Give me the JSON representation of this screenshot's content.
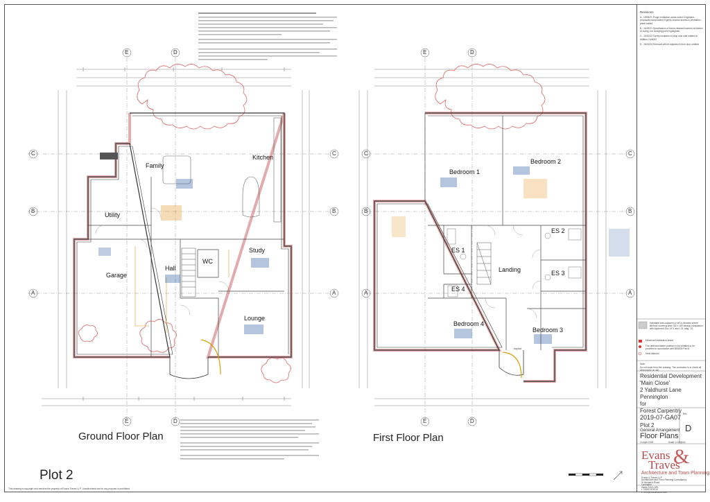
{
  "sheet": {
    "plot_title": "Plot 2",
    "ground_title": "Ground Floor Plan",
    "first_title": "First Floor Plan",
    "copyright": "This drawing is copyright and remains the property of Evans Traves LLP. Unauthorised use for any purpose is prohibited."
  },
  "grid": {
    "rows": [
      "C",
      "B",
      "A"
    ],
    "cols": [
      "E",
      "D"
    ]
  },
  "ground_rooms": {
    "family": "Family",
    "kitchen": "Kitchen",
    "utility": "Utility",
    "garage": "Garage",
    "hall": "Hall",
    "wc": "WC",
    "study": "Study",
    "lounge": "Lounge"
  },
  "first_rooms": {
    "bedroom1": "Bedroom 1",
    "bedroom2": "Bedroom 2",
    "es2": "ES 2",
    "es1": "ES 1",
    "landing": "Landing",
    "es4": "ES 4",
    "es3": "ES 3",
    "bedroom4": "Bedroom 4",
    "bedroom3": "Bedroom 3",
    "cupbd": "cupbd"
  },
  "title_block": {
    "revisions_heading": "Revisions",
    "revisions": [
      "A - 19/08/21 Purge ventilation areas noted; Engineers proposals incorporated; Egress window access & ventilation panel added",
      "B - 16/09/21 Specification of frame retained lowered at kitchen re-sizing, car charging point highlighted",
      "C - 10/02/22 Gently insulation to stop stud wall omitted to Utilities Ch/6002",
      "D - 18/02/24 Removal will be adjusted & time door omitted"
    ],
    "legend": [
      "Habitable area adjacent to WC's denotes where tile/floor covering area 750 x 150 area(s) compliance with Approved Doc. M 3, sect. 13, diag. 13.",
      "Electrical Distribution board",
      "Fire detection/alarm position to be installed to be provided in accordance with BS5839 Part 6",
      "Heat detector"
    ],
    "note_heading": "Note:",
    "note": "Do not scale from this drawing. The contractor is to check all dimensions on site.",
    "project_lines": [
      "Residential Development",
      "'Main Close'",
      "2 Yaldhurst Lane",
      "Pennington",
      "for",
      "Forest Carpentry"
    ],
    "drawing_no": "2019-07-GA07",
    "rev_label": "Rev",
    "rev": "D",
    "plot": "Plot 2",
    "general": "General Arrangement",
    "drawing_title": "Floor Plans",
    "date": "13 April 2023",
    "scale": "Scale 1:100@A1",
    "firm_line1": "Evans",
    "firm_line2": "Traves",
    "firm_amp": "&",
    "firm_sub": "Architecture and Town Planning",
    "firm_address": [
      "Evans & Traves LLP",
      "Architecture and Town Planning Consultancy",
      "St Nicolas's Road",
      "Lymington",
      "Hants SO41 6PL",
      "t: 01590 676010",
      "e: info@evanstraves.com"
    ]
  }
}
